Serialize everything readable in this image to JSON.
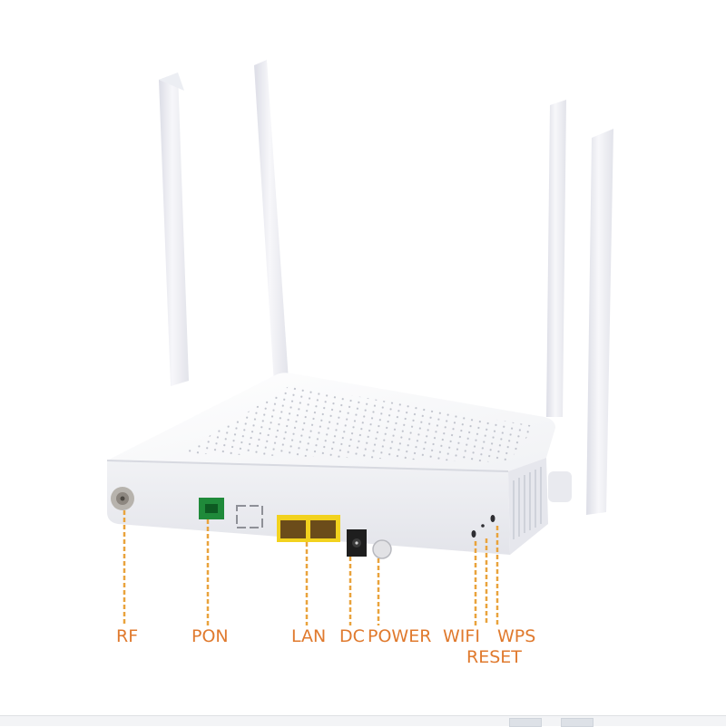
{
  "product": {
    "subject": "white dual-band wifi router / ONU with four external antennas",
    "antenna_count": 4,
    "colors": {
      "body": "#f4f4f6",
      "label": "#e07a2e",
      "callout_line": "#e9a33c",
      "lan_port": "#f2d21e",
      "pon_port": "#1f8a3a"
    }
  },
  "callouts": [
    {
      "id": "rf",
      "label": "RF"
    },
    {
      "id": "pon",
      "label": "PON"
    },
    {
      "id": "lan",
      "label": "LAN"
    },
    {
      "id": "dc",
      "label": "DC"
    },
    {
      "id": "power",
      "label": "POWER"
    },
    {
      "id": "wifi",
      "label": "WIFI"
    },
    {
      "id": "reset",
      "label": "RESET"
    },
    {
      "id": "wps",
      "label": "WPS"
    }
  ]
}
